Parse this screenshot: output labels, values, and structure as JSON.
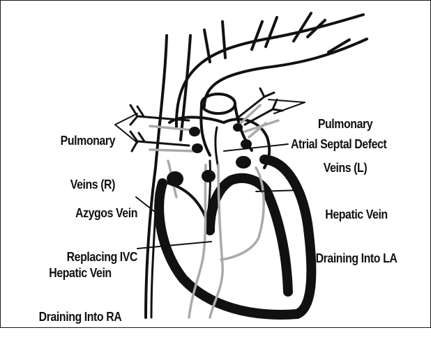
{
  "labels": {
    "pulm_r": {
      "line1": "Pulmonary",
      "line2": "Veins (R)"
    },
    "pulm_l": {
      "line1": "Pulmonary",
      "line2": "Veins (L)"
    },
    "asd": "Atrial Septal Defect",
    "azygos": {
      "line1": "Azygos Vein",
      "line2": "Replacing IVC"
    },
    "hep_la": {
      "line1": "Hepatic Vein",
      "line2": "Draining Into LA"
    },
    "hep_ra": {
      "line1": "Hepatic Vein",
      "line2": "Draining Into RA"
    }
  },
  "colors": {
    "ink": "#111111",
    "vein_gray": "#aaaaaa",
    "background": "#ffffff"
  }
}
